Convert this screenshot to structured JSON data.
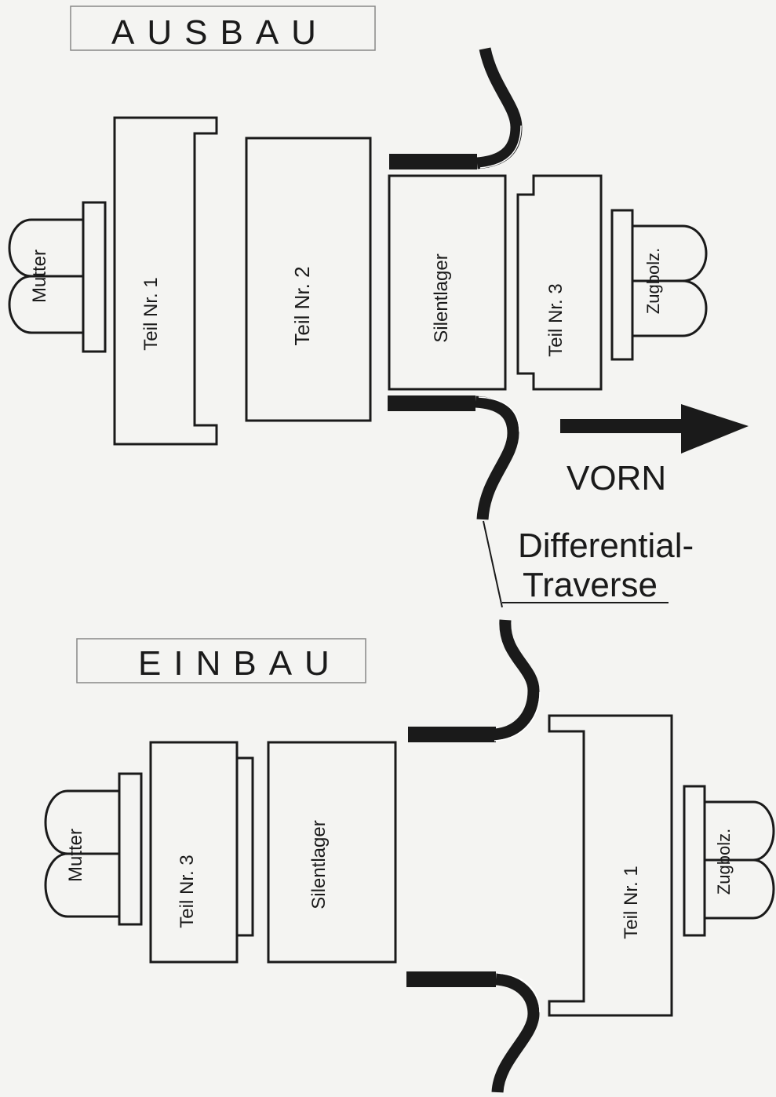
{
  "sections": {
    "ausbau": {
      "title": "AUSBAU",
      "labels": {
        "mutter": "Mutter",
        "teil1": "Teil Nr. 1",
        "teil2": "Teil Nr. 2",
        "silentlager": "Silentlager",
        "teil3": "Teil Nr. 3",
        "zugbolzen": "Zugbolz."
      }
    },
    "einbau": {
      "title": "EINBAU",
      "labels": {
        "mutter": "Mutter",
        "teil3": "Teil Nr. 3",
        "silentlager": "Silentlager",
        "teil1": "Teil Nr. 1",
        "zugbolzen": "Zugbolz."
      }
    }
  },
  "direction": {
    "label": "VORN"
  },
  "traverse": {
    "line1": "Differential-",
    "line2": "Traverse"
  }
}
